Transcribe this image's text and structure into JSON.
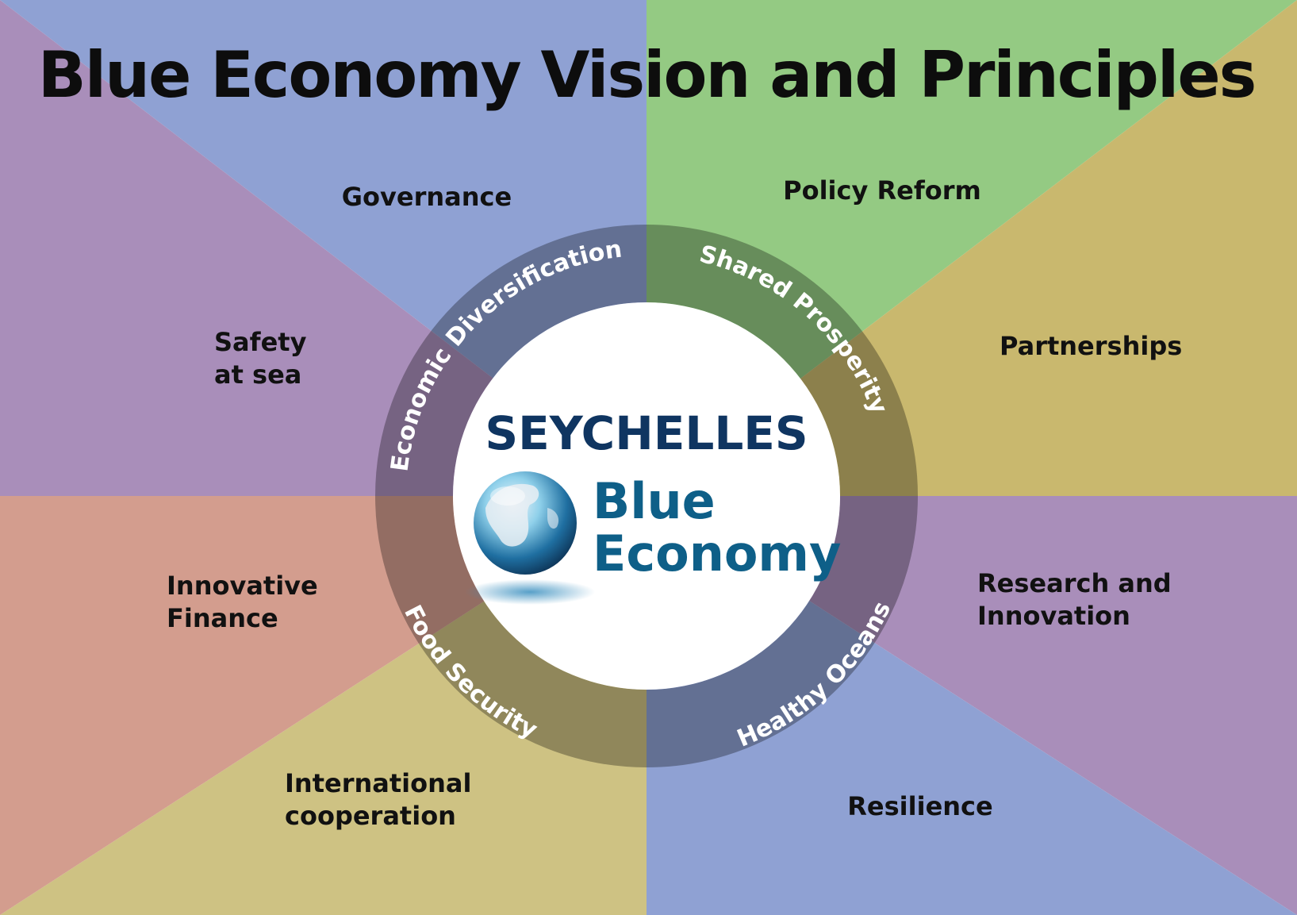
{
  "title": "Blue Economy Vision and Principles",
  "principles": [
    {
      "id": "governance",
      "lines": [
        "Governance"
      ]
    },
    {
      "id": "policy-reform",
      "lines": [
        "Policy Reform"
      ]
    },
    {
      "id": "safety-at-sea",
      "lines": [
        "Safety",
        "at sea"
      ]
    },
    {
      "id": "partnerships",
      "lines": [
        "Partnerships"
      ]
    },
    {
      "id": "innovative-finance",
      "lines": [
        "Innovative",
        "Finance"
      ]
    },
    {
      "id": "research-and-innovation",
      "lines": [
        "Research and",
        "Innovation"
      ]
    },
    {
      "id": "international-cooperation",
      "lines": [
        "International",
        "cooperation"
      ]
    },
    {
      "id": "resilience",
      "lines": [
        "Resilience"
      ]
    }
  ],
  "pillars": [
    {
      "id": "economic-diversification",
      "label": "Economic Diversification"
    },
    {
      "id": "shared-prosperity",
      "label": "Shared Prosperity"
    },
    {
      "id": "food-security",
      "label": "Food Security"
    },
    {
      "id": "healthy-oceans",
      "label": "Healthy Oceans"
    }
  ],
  "brand": {
    "country": "SEYCHELLES",
    "line1": "Blue",
    "line2": "Economy"
  },
  "colors": {
    "blue": "#8fa1d3",
    "green": "#94ca83",
    "gold": "#c9b86e",
    "purple": "#a98eba",
    "salmon": "#d39d8e",
    "khaki": "#cec283",
    "ring_shade": "#000000",
    "brand_navy": "#0f3561",
    "brand_teal": "#0e5f88"
  }
}
